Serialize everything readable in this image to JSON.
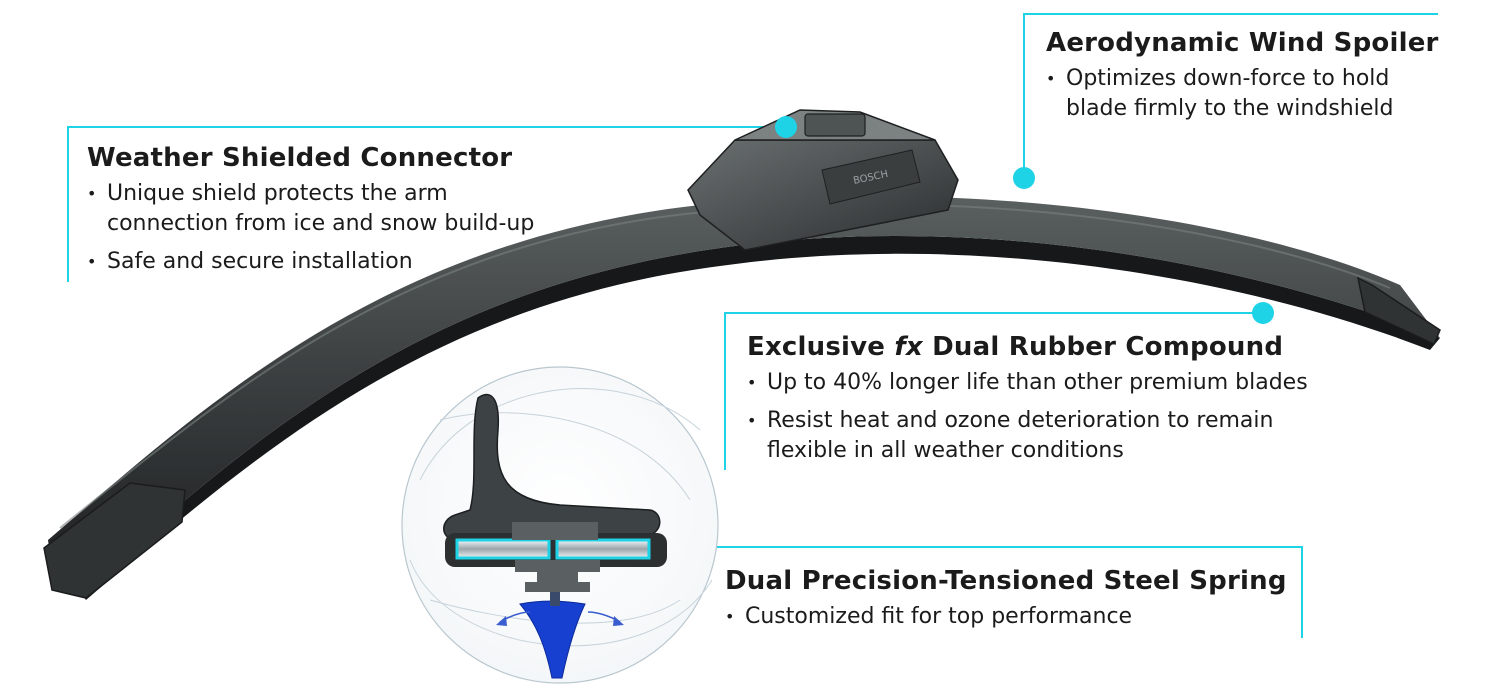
{
  "accent_color": "#1fd3e6",
  "brand_mark": "BOSCH",
  "callouts": {
    "spoiler": {
      "title": "Aerodynamic Wind Spoiler",
      "bullets": [
        {
          "lines": [
            "Optimizes down-force to hold",
            "blade firmly to the windshield"
          ]
        }
      ]
    },
    "connector": {
      "title": "Weather Shielded Connector",
      "bullets": [
        {
          "lines": [
            "Unique shield protects the arm",
            "connection from ice and snow build-up"
          ]
        },
        {
          "lines": [
            "Safe and secure installation"
          ]
        }
      ]
    },
    "rubber": {
      "title_prefix": "Exclusive ",
      "title_emphasis": "fx",
      "title_suffix": " Dual Rubber Compound",
      "bullets": [
        {
          "lines": [
            "Up to 40% longer life than other premium blades"
          ]
        },
        {
          "lines": [
            "Resist heat and ozone deterioration to remain",
            "flexible in all weather conditions"
          ]
        }
      ]
    },
    "spring": {
      "title": "Dual Precision-Tensioned Steel Spring",
      "bullets": [
        {
          "lines": [
            "Customized fit for top performance"
          ]
        }
      ]
    }
  }
}
